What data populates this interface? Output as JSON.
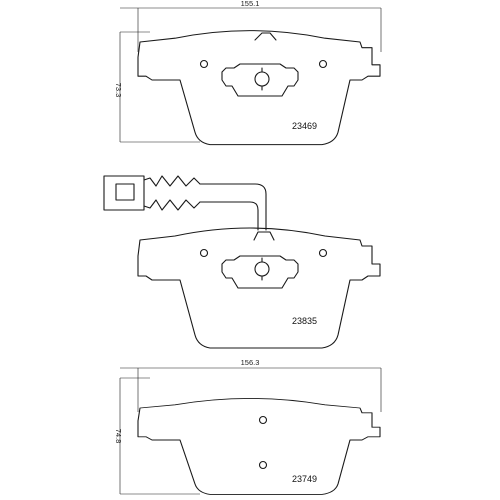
{
  "pads": [
    {
      "part_number": "23469",
      "width_label": "155.1",
      "height_label": "73.3"
    },
    {
      "part_number": "23835"
    },
    {
      "part_number": "23749",
      "width_label": "156.3",
      "height_label": "74.8"
    }
  ]
}
